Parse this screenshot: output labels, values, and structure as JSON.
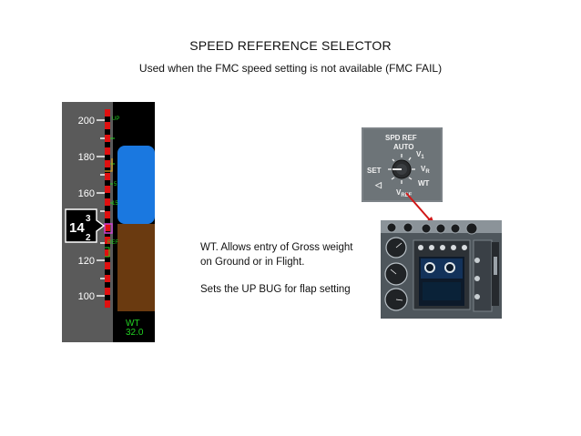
{
  "title": "SPEED REFERENCE SELECTOR",
  "subtitle": "Used when the FMC speed setting is not available (FMC FAIL)",
  "body": {
    "wt_line1": "WT. Allows entry of Gross weight",
    "wt_line2": "on Ground or in Flight.",
    "up_bug_line": "Sets the UP BUG for flap setting"
  },
  "tape": {
    "ticks": [
      "200",
      "180",
      "160",
      "120",
      "100"
    ],
    "current_speed_big": "14",
    "current_speed_upper": "3",
    "current_speed_lower": "2",
    "bug_up": "UP",
    "bug_5": "5",
    "bug_15": "15",
    "bug_ref": "REF",
    "wt_label": "WT",
    "wt_value": "32.0",
    "colors": {
      "sky": "#1a78e0",
      "ground": "#6a3a10",
      "bug": "#22d022",
      "magenta": "#d040d0",
      "red": "#e01010"
    }
  },
  "selector": {
    "header1": "SPD REF",
    "header2": "AUTO",
    "set": "SET",
    "v1_main": "V",
    "v1_sub": "1",
    "vr_main": "V",
    "vr_sub": "R",
    "wt": "WT",
    "vref_main": "V",
    "vref_sub": "REF",
    "arrow": "◁"
  },
  "accent": {
    "arrow": "#d01818"
  }
}
